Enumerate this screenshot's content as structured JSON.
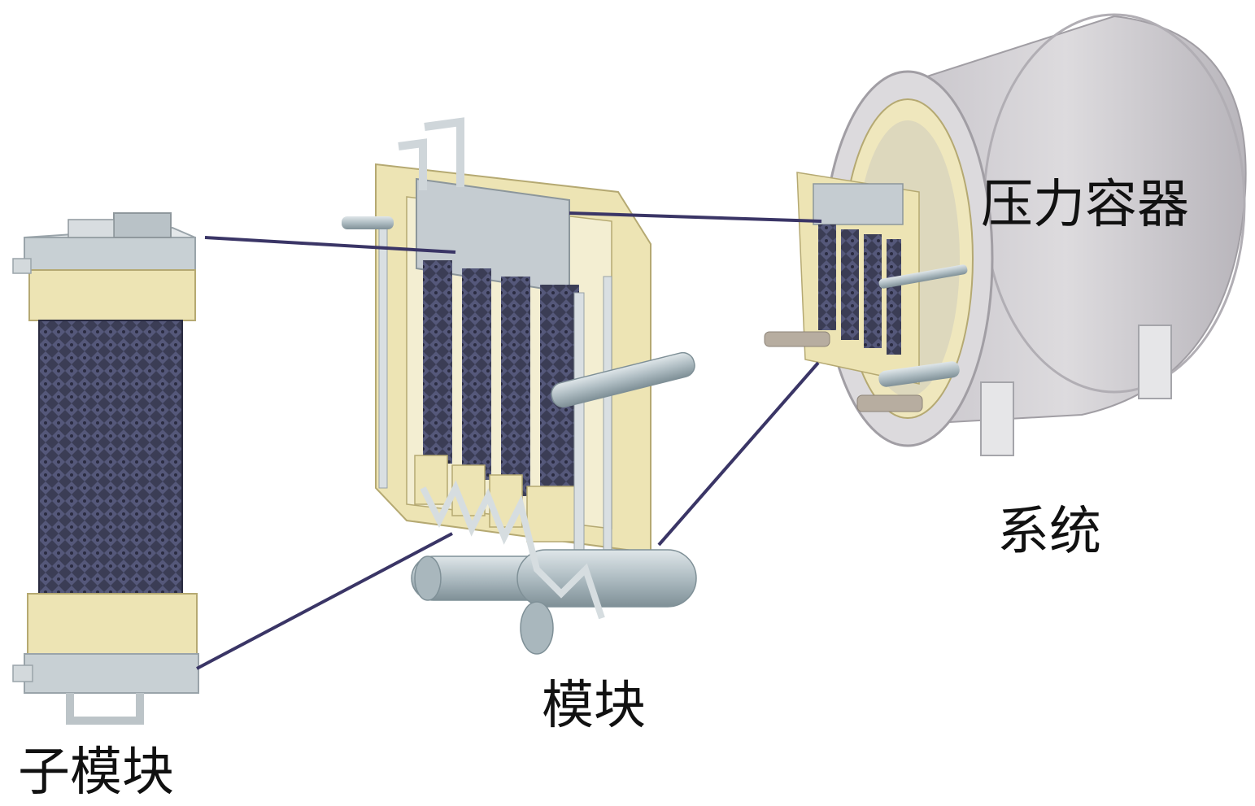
{
  "labels": {
    "pressure_vessel": "压力容器",
    "system": "系统",
    "module": "模块",
    "submodule": "子模块"
  },
  "colors": {
    "connector_line": "#3a3566",
    "vessel_body": "#d4d2d6",
    "frame_cream": "#ede4b4",
    "membrane_dark": "#3b3d55",
    "metal_grey": "#c4ccd2",
    "pipe_grey": "#b9c6cb"
  }
}
